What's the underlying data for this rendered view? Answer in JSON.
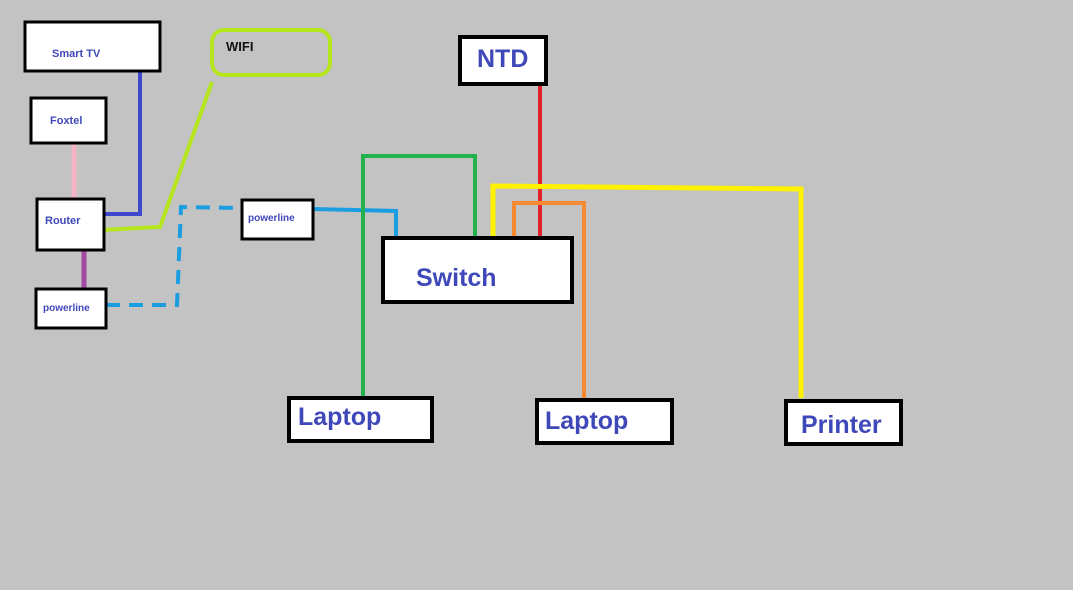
{
  "nodes": {
    "smart_tv": "Smart TV",
    "foxtel": "Foxtel",
    "router": "Router",
    "powerline_left": "powerline",
    "powerline_right": "powerline",
    "wifi": "WIFI",
    "ntd": "NTD",
    "switch": "Switch",
    "laptop_left": "Laptop",
    "laptop_right": "Laptop",
    "printer": "Printer"
  },
  "colors": {
    "background": "#c3c3c3",
    "box_fill": "#ffffff",
    "box_border": "#000000",
    "label_text": "#3f48b8",
    "smart_tv_link": "#3f48cc",
    "foxtel_link": "#f5b4c6",
    "wifi_link": "#b5e61d",
    "router_powerline_link": "#a349a4",
    "powerline_link": "#1a9ee0",
    "ntd_link": "#e0202a",
    "laptop_left_link": "#22b14c",
    "laptop_right_link": "#f58a33",
    "printer_link": "#fff200"
  }
}
